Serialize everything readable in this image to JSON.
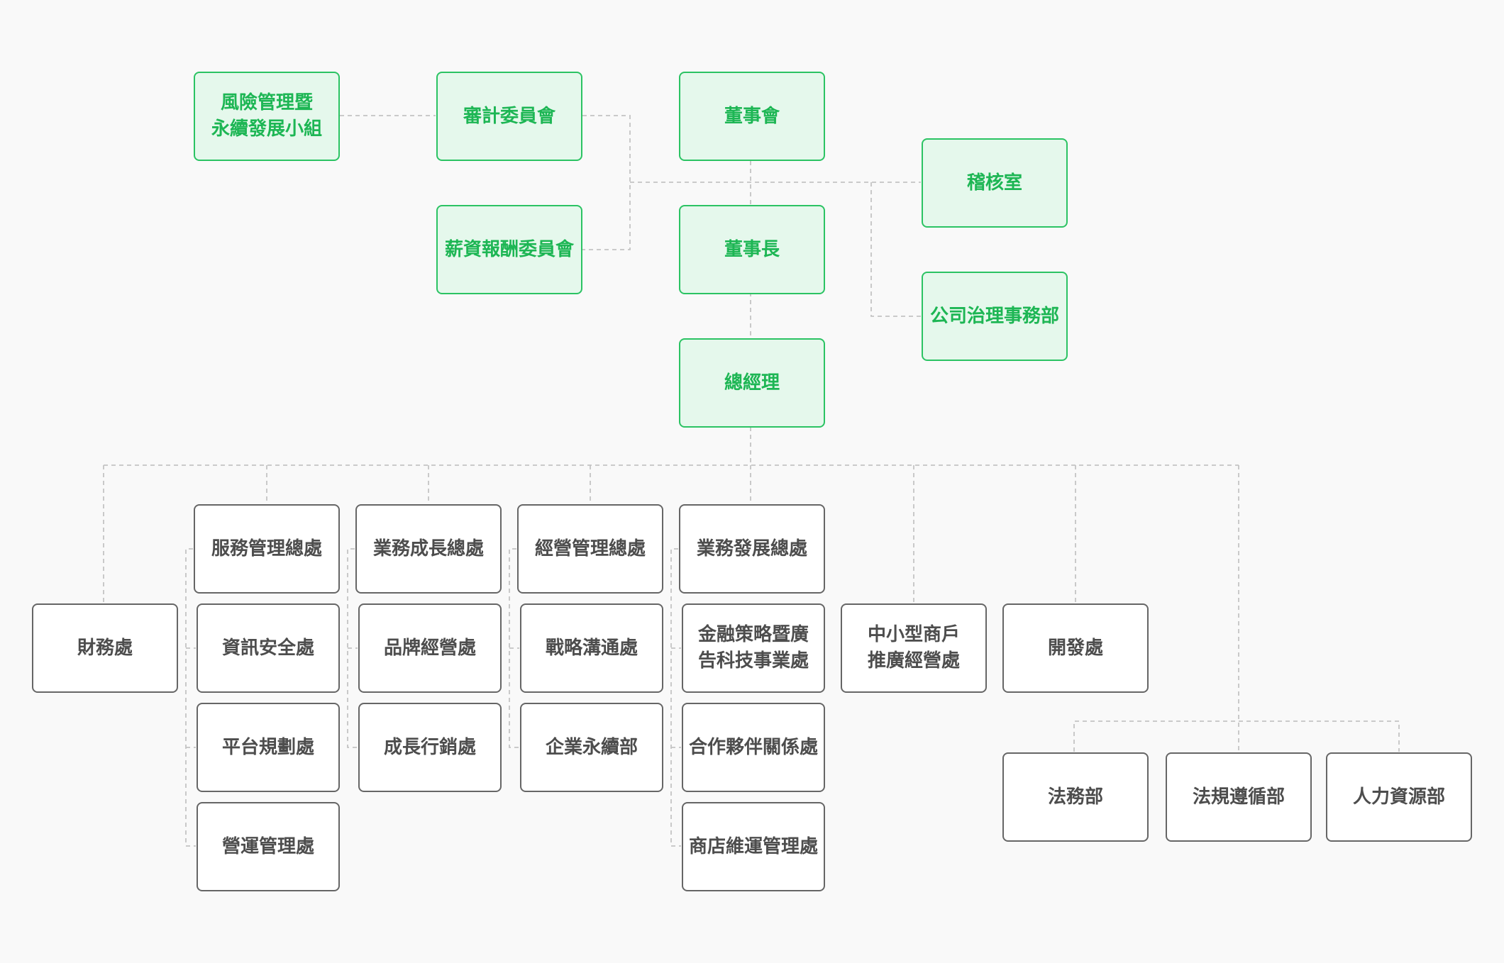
{
  "colors": {
    "background": "#f9f9f9",
    "governance_fill": "#e5f8ec",
    "governance_border": "#2bc363",
    "governance_text": "#1db654",
    "unit_border": "#666666",
    "unit_text": "#4d4d4d",
    "connector": "#c4c4c4"
  },
  "governance": {
    "risk_group": "風險管理暨\n永續發展小組",
    "audit_committee": "審計委員會",
    "board": "董事會",
    "internal_audit": "稽核室",
    "compensation_committee": "薪資報酬委員會",
    "chairman": "董事長",
    "corporate_governance": "公司治理事務部",
    "president": "總經理"
  },
  "units": {
    "finance": "財務處",
    "service_mgmt": {
      "head": "服務管理總處",
      "children": [
        "資訊安全處",
        "平台規劃處",
        "營運管理處"
      ]
    },
    "business_growth": {
      "head": "業務成長總處",
      "children": [
        "品牌經營處",
        "成長行銷處"
      ]
    },
    "operations_mgmt": {
      "head": "經營管理總處",
      "children": [
        "戰略溝通處",
        "企業永續部"
      ]
    },
    "business_dev": {
      "head": "業務發展總處",
      "children": [
        "金融策略暨廣\n告科技事業處",
        "合作夥伴關係處",
        "商店維運管理處"
      ]
    },
    "sme_promotion": "中小型商戶\n推廣經營處",
    "development": "開發處",
    "legal": "法務部",
    "compliance": "法規遵循部",
    "hr": "人力資源部"
  }
}
